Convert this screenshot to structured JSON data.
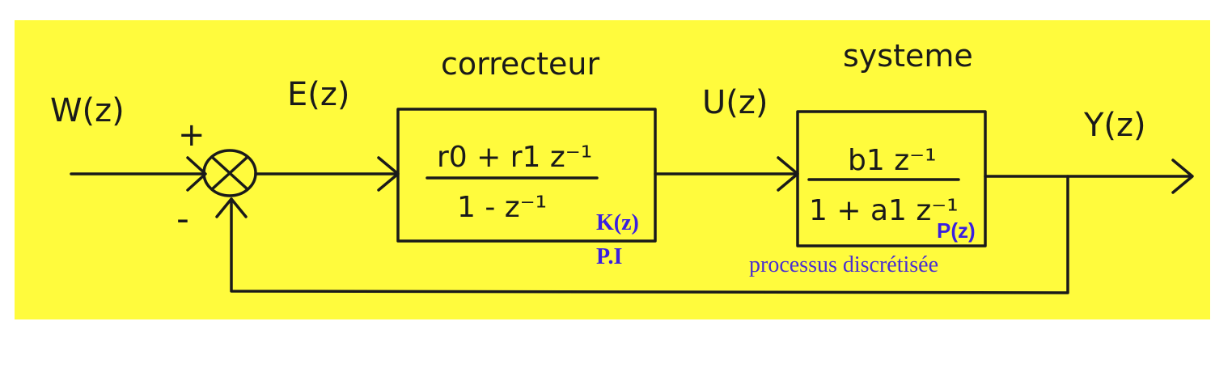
{
  "colors": {
    "background": "#FFFB3D",
    "ink": "#1a1a1a",
    "annotation": "#3a1fe0"
  },
  "labels": {
    "input": "W(z)",
    "error": "E(z)",
    "command": "U(z)",
    "output": "Y(z)",
    "plus": "+",
    "minus": "-",
    "correcteur_title": "correcteur",
    "systeme_title": "systeme"
  },
  "correcteur": {
    "numerator": "r0 + r1 z⁻¹",
    "denominator": "1 - z⁻¹",
    "name": "K(z)",
    "type": "P.I"
  },
  "systeme": {
    "numerator": "b1 z⁻¹",
    "denominator": "1 + a1 z⁻¹",
    "name": "P(z)",
    "caption": "processus discrétisée"
  },
  "icons": {
    "summer": "summing-junction-icon",
    "arrow": "arrowhead-icon"
  }
}
